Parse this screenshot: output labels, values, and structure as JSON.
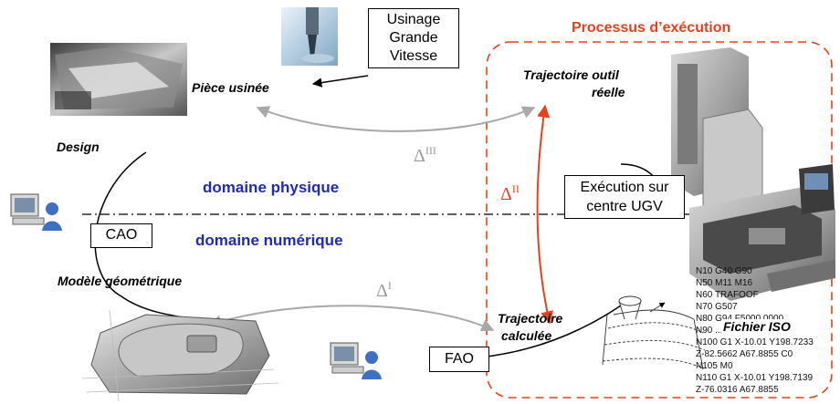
{
  "colors": {
    "red": "#e8401c",
    "blue": "#1f2bb5",
    "gray_arrow": "#a8a8a8",
    "delta_gray": "#9a9a9a"
  },
  "title": "Processus d’exécution",
  "domains": {
    "physical": "domaine physique",
    "numerical": "domaine numérique"
  },
  "labels": {
    "piece": "Pièce usinée",
    "design": "Design",
    "modele": "Modèle géométrique",
    "traj_reelle_1": "Trajectoire outil",
    "traj_reelle_2": "réelle",
    "traj_calc_1": "Trajectoire",
    "traj_calc_2": "calculée",
    "fichier": "Fichier ISO"
  },
  "boxes": {
    "ugv_1": "Usinage",
    "ugv_2": "Grande",
    "ugv_3": "Vitesse",
    "exec_1": "Exécution sur",
    "exec_2": "centre UGV",
    "cao": "CAO",
    "fao": "FAO"
  },
  "deltas": {
    "d3": "III",
    "d2": "II",
    "d1": "I",
    "symbol": "Δ"
  },
  "iso_lines": [
    "N10 G40 G90",
    "N50 M11 M16",
    "N60 TRAFOOF",
    "N70 G507",
    "N80 G94 F5000.0000",
    "N90 ...",
    "N100 G1 X-10.01 Y198.7233",
    "Z-82.5662 A67.8855 C0",
    "N105 M0",
    "N110 G1 X-10.01 Y198.7139",
    "Z-76.0316 A67.8855"
  ],
  "icon_names": [
    "computer-user-icon",
    "machined-part-photo",
    "spindle-tool-photo",
    "cnc-machine-photo",
    "cad-model-shape",
    "toolpath-sketch"
  ]
}
